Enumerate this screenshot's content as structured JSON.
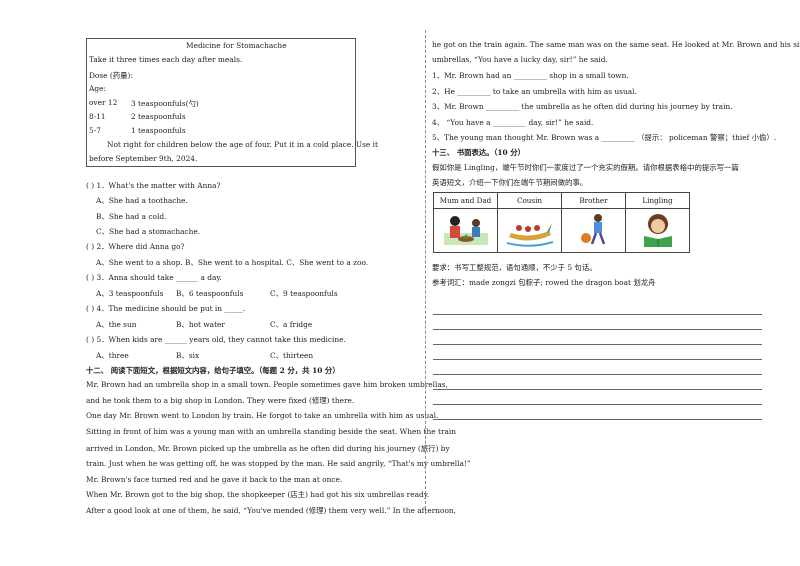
{
  "notice": {
    "title": "Medicine for Stomachache",
    "line1": "Take it three times each day after meals.",
    "dose": "Dose (药量):",
    "age": "Age:",
    "rows": [
      {
        "age": "over 12",
        "dose": "3 teaspoonfuls(勺)"
      },
      {
        "age": "8-11",
        "dose": "2 teaspoonfuls"
      },
      {
        "age": "5-7",
        "dose": "1 teaspoonfuls"
      }
    ],
    "note1": "Not right for children below the age of four. Put it in a cold place. Use it",
    "note2": "before September 9th, 2024."
  },
  "questions": [
    {
      "stem": "(        ) 1．What's the matter with Anna?",
      "options": [
        "A、She had a toothache.",
        "B、She had a cold.",
        "C、She had a stomachache."
      ]
    },
    {
      "stem": "(        ) 2．Where did Anna go?",
      "options": [
        "A、She went to a shop. B、She went to a hospital.  C、She went to a zoo."
      ]
    },
    {
      "stem": "(        ) 3．Anna should take ______ a day.",
      "options": [
        "A、3 teaspoonfuls",
        "B、6 teaspoonfuls",
        "C、9 teaspoonfuls"
      ]
    },
    {
      "stem": "(        ) 4．The medicine should be put in _____.",
      "options": [
        "A、the sun",
        "B、hot water",
        "C、a fridge"
      ]
    },
    {
      "stem": "(        ) 5．When kids are ______ years old, they cannot take this medicine.",
      "options": [
        "A、three",
        "B、six",
        "C、thirteen"
      ]
    }
  ],
  "section12": {
    "heading": "十二、 阅读下面短文，根据短文内容，给句子填空。（每题 2 分，共 10 分）",
    "lines": [
      "  Mr. Brown had an umbrella shop in a small town. People sometimes gave him broken umbrellas,",
      "and he took them to a big shop in London. They were fixed (修理) there.",
      "  One day Mr. Brown went to London by train. He forgot to take an umbrella with him as usual.",
      "Sitting in front of him was a young man with an umbrella standing beside the seat. When the train",
      "arrived in London, Mr. Brown picked up the umbrella as he often did during his journey (旅行) by",
      "train. Just when he was getting off, he was stopped by the man. He said angrily, “That's my umbrella!”",
      "Mr. Brown's face turned red and he gave it back to the man at once.",
      "      When Mr. Brown got to the big shop, the shopkeeper (店主) had got his six umbrellas ready.",
      "After a good look at one of them, he said, “You've mended (修理) them very well.” In the afternoon,"
    ]
  },
  "right": {
    "cont": [
      "he got on the train again. The same man was on the same seat. He looked at Mr. Brown and his six",
      "umbrellas, “You have a lucky day, sir!” he said."
    ],
    "fills": [
      "1、Mr. Brown had an _________ shop in a small town.",
      "2、He _________ to take an umbrella with him as usual.",
      "3、Mr. Brown _________ the umbrella as he often did during his journey by train.",
      "4、 “You have a _________ day, sir!” he said.",
      "5、The young man thought Mr. Brown was a _________ （提示： policeman 警察；thief 小偷）."
    ],
    "heading13": "十三、 书面表达。（10 分）",
    "prompt1": "假如你是 Lingling，端午节时你们一家度过了一个充实的假期。请你根据表格中的提示写一篇",
    "prompt2": "英语短文，介绍一下你们在端午节期间做的事。",
    "table_headers": [
      "Mum and Dad",
      "Cousin",
      "Brother",
      "Lingling"
    ],
    "req": "要求：书写工整规范，语句通顺，不少于 5 句话。",
    "ref": "参考词汇：made zongzi 包粽子; rowed the dragon boat  划龙舟"
  }
}
